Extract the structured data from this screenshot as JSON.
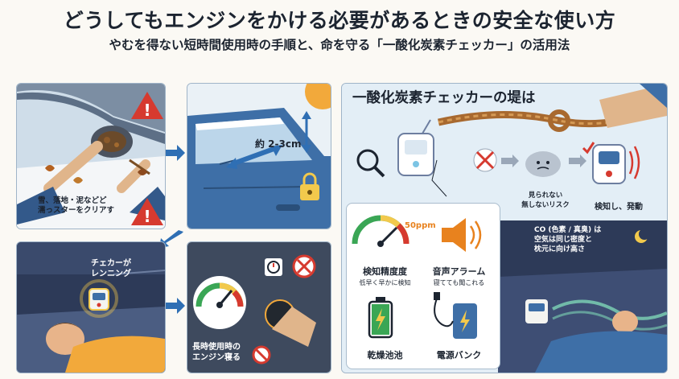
{
  "header": {
    "title": "どうしてもエンジンをかける必要があるときの安全な使い方",
    "subtitle": "やむを得ない短時間使用時の手順と、命を守る「一酸化炭素チェッカー」の活用法"
  },
  "steps": {
    "clear_exhaust": "雪、落地・泥などど\n濡っスターをクリアす",
    "window_gap": "約 2-3cm",
    "checker_on": "チェカーが\nレンニング",
    "no_sleep_engine": "長時使用時の\nエンジン寝る"
  },
  "checker_section": {
    "title": "一酸化炭素チェッカーの堤は",
    "invisible_risk": "見られない\n無しないリスク",
    "detect_alarm": "検知し、発動",
    "co_note": "CO (色素 / 真臭) は\n空気は同じ密度と\n枕元に向け高さ",
    "features": [
      {
        "label": "検知精度度",
        "sub": "低早く早かに検知",
        "badge": "50ppm"
      },
      {
        "label": "音声アラーム",
        "sub": "寝てても聞これる"
      },
      {
        "label": "乾燥池池",
        "sub": ""
      },
      {
        "label": "電源バンク",
        "sub": ""
      }
    ]
  },
  "colors": {
    "warning_red": "#d63a2f",
    "arrow_blue": "#2f6fb4",
    "panel_blue": "#dbe7f1",
    "rope_brown": "#a8692f"
  }
}
